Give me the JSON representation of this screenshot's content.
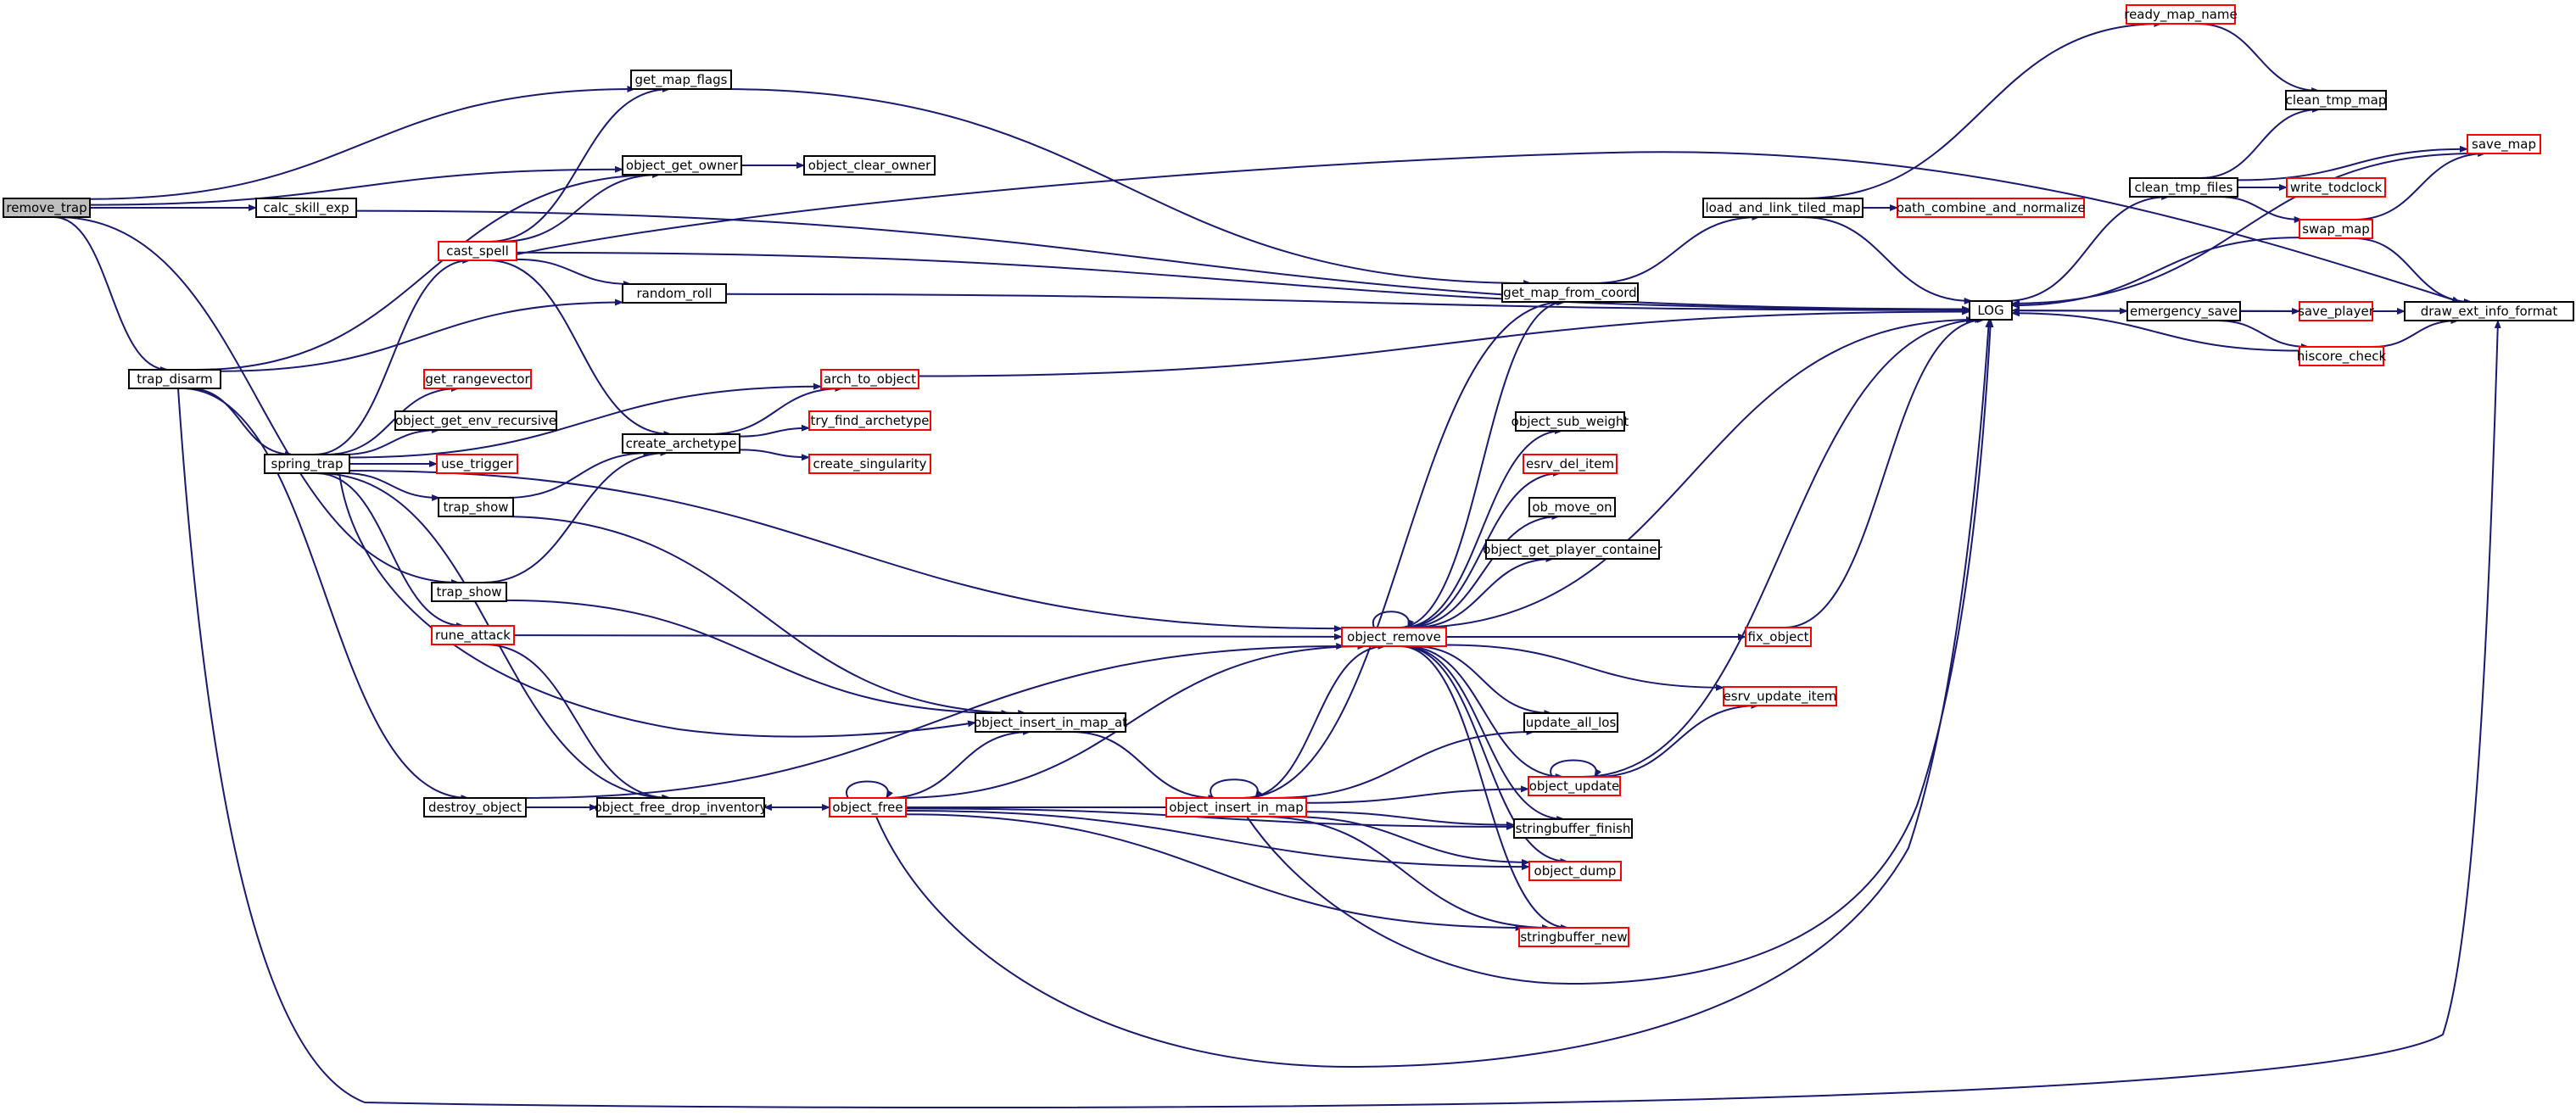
{
  "colors": {
    "edge": "#191970",
    "normal_border": "#000000",
    "truncated_border": "#ff0000",
    "root_fill": "#bfbfbf",
    "fill": "#ffffff"
  },
  "nodes": [
    {
      "id": "remove_trap",
      "label": "remove_trap",
      "style": "root"
    },
    {
      "id": "get_map_flags",
      "label": "get_map_flags",
      "style": "normal"
    },
    {
      "id": "object_get_owner",
      "label": "object_get_owner",
      "style": "normal"
    },
    {
      "id": "object_clear_owner",
      "label": "object_clear_owner",
      "style": "normal"
    },
    {
      "id": "calc_skill_exp",
      "label": "calc_skill_exp",
      "style": "normal"
    },
    {
      "id": "cast_spell",
      "label": "cast_spell",
      "style": "truncated"
    },
    {
      "id": "random_roll",
      "label": "random_roll",
      "style": "normal"
    },
    {
      "id": "trap_disarm",
      "label": "trap_disarm",
      "style": "normal"
    },
    {
      "id": "get_rangevector",
      "label": "get_rangevector",
      "style": "truncated"
    },
    {
      "id": "arch_to_object",
      "label": "arch_to_object",
      "style": "truncated"
    },
    {
      "id": "object_get_env_recursive",
      "label": "object_get_env_recursive",
      "style": "normal"
    },
    {
      "id": "create_archetype",
      "label": "create_archetype",
      "style": "normal"
    },
    {
      "id": "try_find_archetype",
      "label": "try_find_archetype",
      "style": "truncated"
    },
    {
      "id": "spring_trap",
      "label": "spring_trap",
      "style": "normal"
    },
    {
      "id": "use_trigger",
      "label": "use_trigger",
      "style": "truncated"
    },
    {
      "id": "create_singularity",
      "label": "create_singularity",
      "style": "truncated"
    },
    {
      "id": "trap_show_1",
      "label": "trap_show",
      "style": "normal"
    },
    {
      "id": "trap_show_2",
      "label": "trap_show",
      "style": "normal"
    },
    {
      "id": "rune_attack",
      "label": "rune_attack",
      "style": "truncated"
    },
    {
      "id": "object_insert_in_map_at",
      "label": "object_insert_in_map_at",
      "style": "normal"
    },
    {
      "id": "destroy_object",
      "label": "destroy_object",
      "style": "normal"
    },
    {
      "id": "object_free_drop_inventory",
      "label": "object_free_drop_inventory",
      "style": "normal"
    },
    {
      "id": "object_free",
      "label": "object_free",
      "style": "truncated"
    },
    {
      "id": "object_insert_in_map",
      "label": "object_insert_in_map",
      "style": "truncated"
    },
    {
      "id": "object_remove",
      "label": "object_remove",
      "style": "truncated"
    },
    {
      "id": "get_map_from_coord",
      "label": "get_map_from_coord",
      "style": "normal"
    },
    {
      "id": "object_sub_weight",
      "label": "object_sub_weight",
      "style": "normal"
    },
    {
      "id": "esrv_del_item",
      "label": "esrv_del_item",
      "style": "truncated"
    },
    {
      "id": "ob_move_on",
      "label": "ob_move_on",
      "style": "normal"
    },
    {
      "id": "object_get_player_container",
      "label": "object_get_player_container",
      "style": "normal"
    },
    {
      "id": "update_all_los",
      "label": "update_all_los",
      "style": "normal"
    },
    {
      "id": "object_update",
      "label": "object_update",
      "style": "truncated"
    },
    {
      "id": "stringbuffer_finish",
      "label": "stringbuffer_finish",
      "style": "normal"
    },
    {
      "id": "object_dump",
      "label": "object_dump",
      "style": "truncated"
    },
    {
      "id": "stringbuffer_new",
      "label": "stringbuffer_new",
      "style": "truncated"
    },
    {
      "id": "fix_object",
      "label": "fix_object",
      "style": "truncated"
    },
    {
      "id": "esrv_update_item",
      "label": "esrv_update_item",
      "style": "truncated"
    },
    {
      "id": "load_and_link_tiled_map",
      "label": "load_and_link_tiled_map",
      "style": "normal"
    },
    {
      "id": "path_combine_and_normalize",
      "label": "path_combine_and_normalize",
      "style": "truncated"
    },
    {
      "id": "ready_map_name",
      "label": "ready_map_name",
      "style": "truncated"
    },
    {
      "id": "LOG",
      "label": "LOG",
      "style": "normal"
    },
    {
      "id": "clean_tmp_map",
      "label": "clean_tmp_map",
      "style": "normal"
    },
    {
      "id": "clean_tmp_files",
      "label": "clean_tmp_files",
      "style": "normal"
    },
    {
      "id": "write_todclock",
      "label": "write_todclock",
      "style": "truncated"
    },
    {
      "id": "swap_map",
      "label": "swap_map",
      "style": "truncated"
    },
    {
      "id": "save_map",
      "label": "save_map",
      "style": "truncated"
    },
    {
      "id": "emergency_save",
      "label": "emergency_save",
      "style": "normal"
    },
    {
      "id": "save_player",
      "label": "save_player",
      "style": "truncated"
    },
    {
      "id": "hiscore_check",
      "label": "hiscore_check",
      "style": "truncated"
    },
    {
      "id": "draw_ext_info_format",
      "label": "draw_ext_info_format",
      "style": "normal"
    }
  ],
  "edges": [
    [
      "remove_trap",
      "get_map_flags"
    ],
    [
      "remove_trap",
      "object_get_owner"
    ],
    [
      "remove_trap",
      "calc_skill_exp"
    ],
    [
      "remove_trap",
      "trap_disarm"
    ],
    [
      "remove_trap",
      "trap_show_2"
    ],
    [
      "calc_skill_exp",
      "LOG"
    ],
    [
      "get_map_flags",
      "get_map_from_coord"
    ],
    [
      "object_get_owner",
      "object_clear_owner"
    ],
    [
      "cast_spell",
      "get_map_flags"
    ],
    [
      "cast_spell",
      "object_get_owner"
    ],
    [
      "cast_spell",
      "random_roll"
    ],
    [
      "cast_spell",
      "create_archetype"
    ],
    [
      "cast_spell",
      "LOG"
    ],
    [
      "cast_spell",
      "draw_ext_info_format"
    ],
    [
      "trap_disarm",
      "object_get_owner"
    ],
    [
      "trap_disarm",
      "random_roll"
    ],
    [
      "trap_disarm",
      "spring_trap"
    ],
    [
      "trap_disarm",
      "destroy_object"
    ],
    [
      "trap_disarm",
      "draw_ext_info_format"
    ],
    [
      "random_roll",
      "LOG"
    ],
    [
      "spring_trap",
      "cast_spell"
    ],
    [
      "spring_trap",
      "arch_to_object"
    ],
    [
      "spring_trap",
      "get_rangevector"
    ],
    [
      "spring_trap",
      "object_get_env_recursive"
    ],
    [
      "spring_trap",
      "use_trigger"
    ],
    [
      "spring_trap",
      "trap_show_1"
    ],
    [
      "spring_trap",
      "rune_attack"
    ],
    [
      "spring_trap",
      "object_remove"
    ],
    [
      "spring_trap",
      "object_insert_in_map_at"
    ],
    [
      "spring_trap",
      "object_free_drop_inventory"
    ],
    [
      "arch_to_object",
      "LOG"
    ],
    [
      "create_archetype",
      "arch_to_object"
    ],
    [
      "create_archetype",
      "try_find_archetype"
    ],
    [
      "create_archetype",
      "create_singularity"
    ],
    [
      "trap_show_1",
      "create_archetype"
    ],
    [
      "trap_show_1",
      "object_insert_in_map_at"
    ],
    [
      "trap_show_2",
      "create_archetype"
    ],
    [
      "trap_show_2",
      "object_insert_in_map_at"
    ],
    [
      "rune_attack",
      "object_remove"
    ],
    [
      "rune_attack",
      "object_free_drop_inventory"
    ],
    [
      "destroy_object",
      "object_free_drop_inventory"
    ],
    [
      "destroy_object",
      "object_remove"
    ],
    [
      "object_free_drop_inventory",
      "object_free"
    ],
    [
      "object_free",
      "object_free"
    ],
    [
      "object_free",
      "object_insert_in_map_at"
    ],
    [
      "object_free",
      "object_remove"
    ],
    [
      "object_free",
      "stringbuffer_finish"
    ],
    [
      "object_free",
      "object_dump"
    ],
    [
      "object_free",
      "stringbuffer_new"
    ],
    [
      "object_free",
      "LOG"
    ],
    [
      "object_insert_in_map_at",
      "object_insert_in_map"
    ],
    [
      "object_insert_in_map",
      "object_insert_in_map"
    ],
    [
      "object_insert_in_map",
      "object_free_drop_inventory"
    ],
    [
      "object_insert_in_map",
      "object_remove"
    ],
    [
      "object_insert_in_map",
      "get_map_from_coord"
    ],
    [
      "object_insert_in_map",
      "update_all_los"
    ],
    [
      "object_insert_in_map",
      "object_update"
    ],
    [
      "object_insert_in_map",
      "stringbuffer_finish"
    ],
    [
      "object_insert_in_map",
      "object_dump"
    ],
    [
      "object_insert_in_map",
      "stringbuffer_new"
    ],
    [
      "object_insert_in_map",
      "LOG"
    ],
    [
      "object_remove",
      "object_remove"
    ],
    [
      "object_remove",
      "get_map_from_coord"
    ],
    [
      "object_remove",
      "object_sub_weight"
    ],
    [
      "object_remove",
      "esrv_del_item"
    ],
    [
      "object_remove",
      "ob_move_on"
    ],
    [
      "object_remove",
      "object_get_player_container"
    ],
    [
      "object_remove",
      "fix_object"
    ],
    [
      "object_remove",
      "esrv_update_item"
    ],
    [
      "object_remove",
      "update_all_los"
    ],
    [
      "object_remove",
      "object_update"
    ],
    [
      "object_remove",
      "stringbuffer_finish"
    ],
    [
      "object_remove",
      "object_dump"
    ],
    [
      "object_remove",
      "stringbuffer_new"
    ],
    [
      "object_remove",
      "LOG"
    ],
    [
      "object_update",
      "object_update"
    ],
    [
      "object_update",
      "esrv_update_item"
    ],
    [
      "object_update",
      "LOG"
    ],
    [
      "fix_object",
      "LOG"
    ],
    [
      "get_map_from_coord",
      "load_and_link_tiled_map"
    ],
    [
      "load_and_link_tiled_map",
      "ready_map_name"
    ],
    [
      "load_and_link_tiled_map",
      "path_combine_and_normalize"
    ],
    [
      "load_and_link_tiled_map",
      "LOG"
    ],
    [
      "ready_map_name",
      "clean_tmp_map"
    ],
    [
      "LOG",
      "clean_tmp_files"
    ],
    [
      "LOG",
      "emergency_save"
    ],
    [
      "clean_tmp_files",
      "clean_tmp_map"
    ],
    [
      "clean_tmp_files",
      "write_todclock"
    ],
    [
      "clean_tmp_files",
      "swap_map"
    ],
    [
      "clean_tmp_files",
      "save_map"
    ],
    [
      "swap_map",
      "save_map"
    ],
    [
      "swap_map",
      "LOG"
    ],
    [
      "swap_map",
      "draw_ext_info_format"
    ],
    [
      "save_map",
      "LOG"
    ],
    [
      "emergency_save",
      "save_player"
    ],
    [
      "emergency_save",
      "hiscore_check"
    ],
    [
      "save_player",
      "LOG"
    ],
    [
      "save_player",
      "draw_ext_info_format"
    ],
    [
      "hiscore_check",
      "LOG"
    ],
    [
      "hiscore_check",
      "draw_ext_info_format"
    ]
  ]
}
